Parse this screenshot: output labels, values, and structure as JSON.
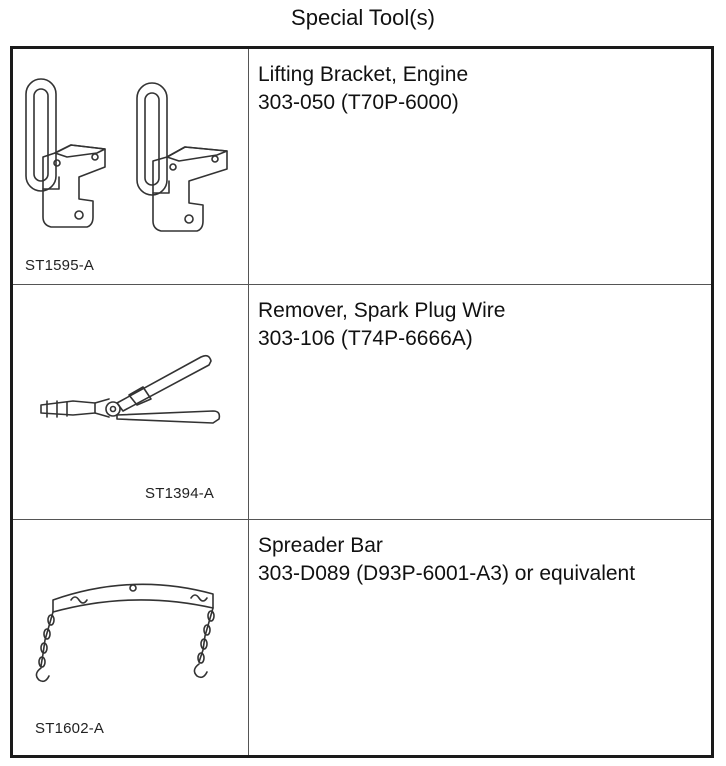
{
  "page": {
    "title": "Special Tool(s)"
  },
  "tools": [
    {
      "name": "Lifting Bracket, Engine",
      "number": "303-050 (T70P-6000)",
      "image_code": "ST1595-A",
      "icon": "lifting-bracket-icon"
    },
    {
      "name": "Remover, Spark Plug Wire",
      "number": "303-106 (T74P-6666A)",
      "image_code": "ST1394-A",
      "icon": "spark-plug-wire-remover-icon"
    },
    {
      "name": "Spreader Bar",
      "number": "303-D089 (D93P-6001-A3) or equivalent",
      "image_code": "ST1602-A",
      "icon": "spreader-bar-icon"
    }
  ],
  "colors": {
    "border": "#1a1a1a",
    "line": "#555555",
    "text": "#111111"
  }
}
